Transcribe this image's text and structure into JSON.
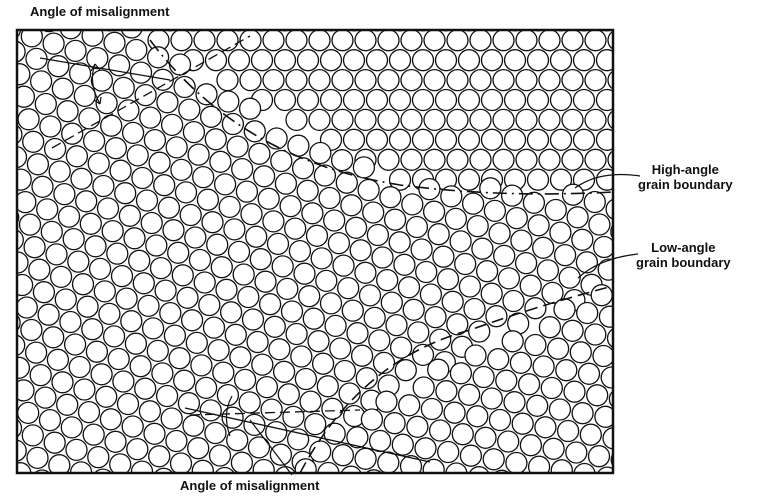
{
  "labels": {
    "top_misalignment": "Angle of misalignment",
    "bottom_misalignment": "Angle of misalignment",
    "high_angle": [
      "High-angle",
      "grain boundary"
    ],
    "low_angle": [
      "Low-angle",
      "grain boundary"
    ]
  },
  "colors": {
    "line": "#111111",
    "atom_fill": "#ffffff",
    "background": "#ffffff"
  }
}
